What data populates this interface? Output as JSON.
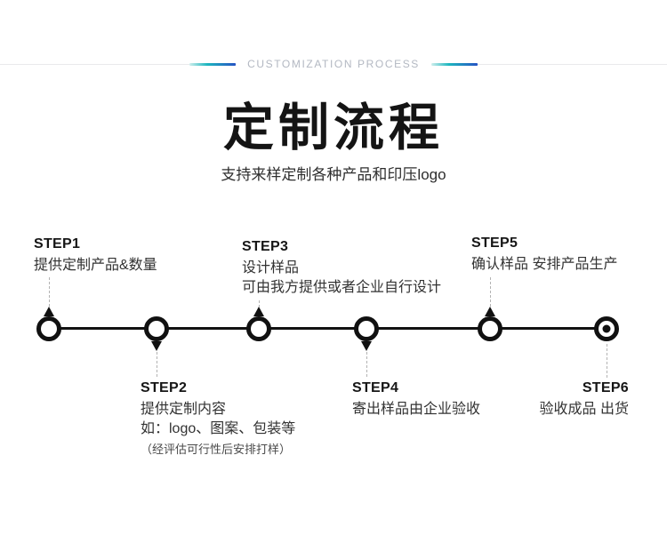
{
  "header": {
    "eyebrow": "CUSTOMIZATION PROCESS",
    "title": "定制流程",
    "subtitle": "支持来样定制各种产品和印压logo",
    "accent_gradient": [
      "#cdeeec",
      "#1db6bf",
      "#2653c3"
    ],
    "rule_color": "#e9e9ec",
    "eyebrow_color": "#b3b8c2"
  },
  "timeline": {
    "axis_color": "#111111",
    "marker_style": "hollow-circle",
    "last_marker_style": "bullseye",
    "connector_style": "dashed-gray"
  },
  "steps": [
    {
      "label": "STEP1",
      "position": "above",
      "lines": [
        "提供定制产品&数量"
      ]
    },
    {
      "label": "STEP2",
      "position": "below",
      "lines": [
        "提供定制内容",
        "如：logo、图案、包装等"
      ],
      "note": "（经评估可行性后安排打样）"
    },
    {
      "label": "STEP3",
      "position": "above",
      "lines": [
        "设计样品",
        "可由我方提供或者企业自行设计"
      ]
    },
    {
      "label": "STEP4",
      "position": "below",
      "lines": [
        "寄出样品由企业验收"
      ]
    },
    {
      "label": "STEP5",
      "position": "above",
      "lines": [
        "确认样品 安排产品生产"
      ]
    },
    {
      "label": "STEP6",
      "position": "below",
      "lines": [
        "验收成品 出货"
      ]
    }
  ]
}
